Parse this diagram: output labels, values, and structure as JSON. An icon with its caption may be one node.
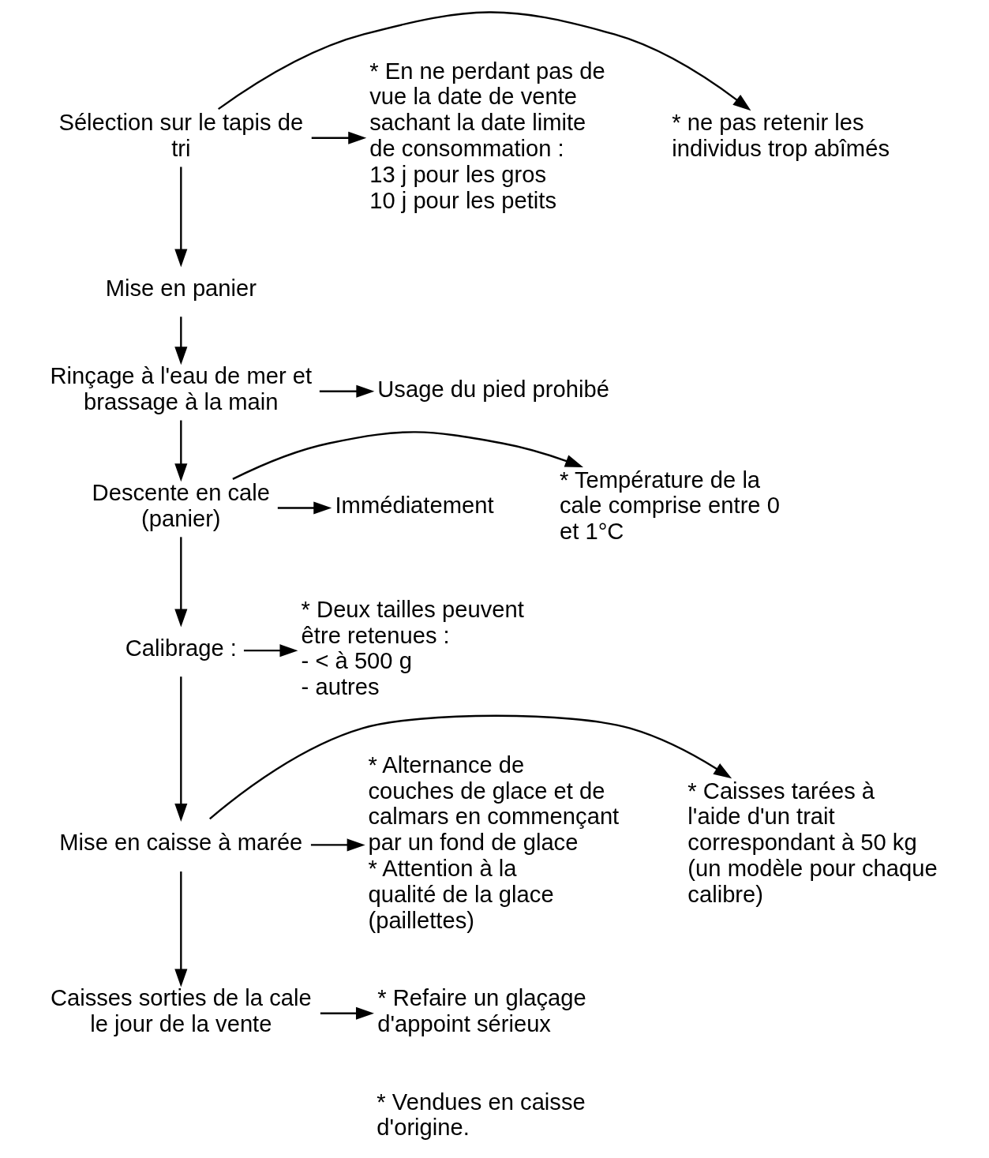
{
  "diagram": {
    "nodes": [
      {
        "text": [
          "* ne pas retenir les individus trop abîmés"
        ]
      },
      {
        "text": [
          "Sélection sur le tapis de tri"
        ]
      },
      {
        "text": [
          "* En ne perdant pas de vue la date de vente sachant la date limite de consommation :",
          "13 j pour les gros",
          "10 j pour les petits"
        ]
      },
      {
        "text": [
          "Mise en panier"
        ]
      },
      {
        "text": [
          "Rinçage à l'eau de mer et brassage à la main"
        ]
      },
      {
        "text": [
          "Usage du pied prohibé"
        ]
      },
      {
        "text": [
          "* Température de la cale comprise entre 0 et 1°C"
        ]
      },
      {
        "text": [
          "Descente en cale",
          "(panier)"
        ]
      },
      {
        "text": [
          "Immédiatement"
        ]
      },
      {
        "text": [
          "* Deux tailles peuvent être retenues :",
          "- < à 500 g",
          "- autres"
        ]
      },
      {
        "text": [
          "Calibrage :"
        ]
      },
      {
        "text": [
          "* Caisses tarées à l'aide d'un trait correspondant à 50 kg",
          "(un modèle pour chaque calibre)"
        ]
      },
      {
        "text": [
          "Mise en caisse à marée"
        ]
      },
      {
        "text": [
          "* Alternance de couches de glace et de calmars en commençant par un fond de glace",
          "* Attention à la qualité de la glace (paillettes)"
        ]
      },
      {
        "text": [
          "* Refaire un glaçage d'appoint sérieux"
        ]
      },
      {
        "text": [
          "Caisses sorties de la cale le jour de la vente"
        ]
      }
    ],
    "edges": [
      {
        "from": 1,
        "to": 3,
        "arrow": "to"
      },
      {
        "from": 3,
        "to": 4,
        "arrow": "to"
      },
      {
        "from": 4,
        "to": 7,
        "arrow": "to"
      },
      {
        "from": 7,
        "to": 10,
        "arrow": "to"
      },
      {
        "from": 10,
        "to": 12,
        "arrow": "to"
      },
      {
        "from": 12,
        "to": 15,
        "arrow": "to"
      },
      {
        "from": 1,
        "to": 0,
        "arrow": "to"
      },
      {
        "from": 1,
        "to": 2,
        "arrow": "to"
      },
      {
        "from": 4,
        "to": 5,
        "arrow": "to"
      },
      {
        "from": 7,
        "to": 6,
        "arrow": "to"
      },
      {
        "from": 7,
        "to": 8,
        "arrow": "to"
      },
      {
        "from": 10,
        "to": 9,
        "arrow": "to"
      },
      {
        "from": 12,
        "to": 11,
        "arrow": "to"
      },
      {
        "from": 12,
        "to": 13,
        "arrow": "to"
      },
      {
        "from": 15,
        "to": 14,
        "arrow": "to"
      }
    ],
    "labels": [
      "* Vendues en caisse d'origine."
    ]
  }
}
